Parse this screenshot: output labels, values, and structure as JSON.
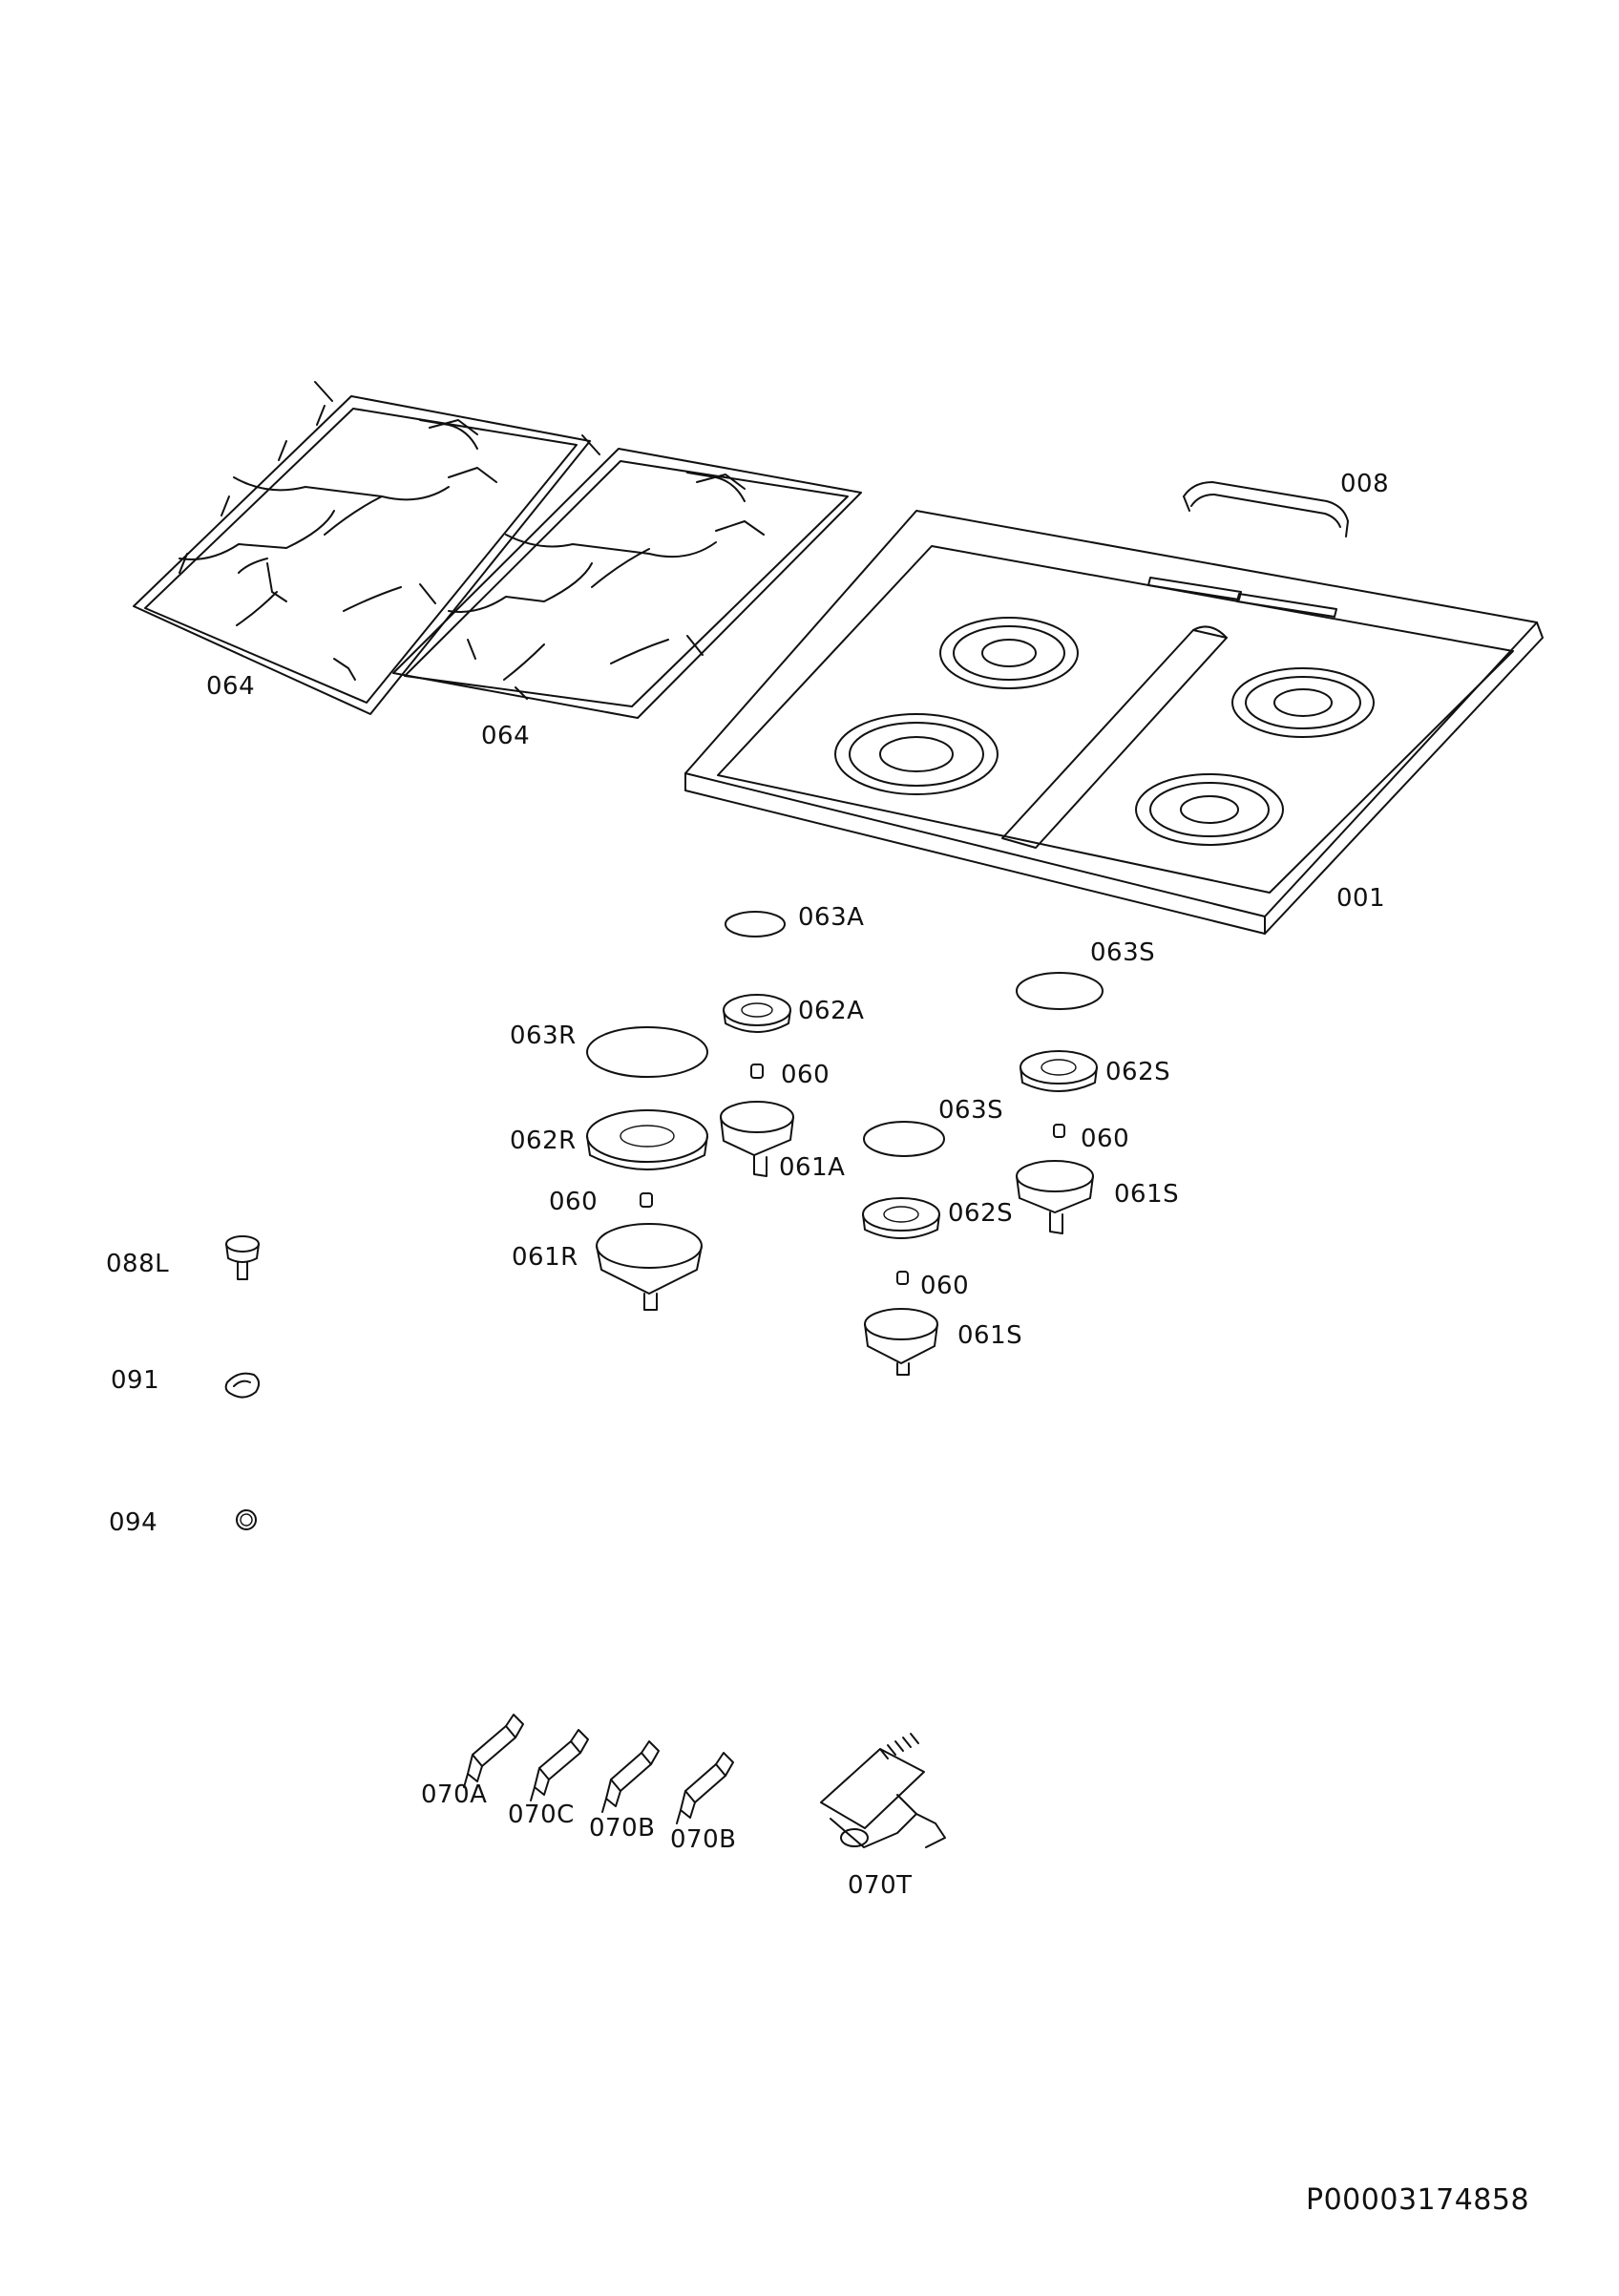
{
  "part_labels": {
    "p001": "001",
    "p008": "008",
    "p064a": "064",
    "p064b": "064",
    "p063a": "063A",
    "p063s_top": "063S",
    "p062a": "062A",
    "p063r": "063R",
    "p060_a": "060",
    "p062s_top": "062S",
    "p062r": "062R",
    "p063s_mid": "063S",
    "p060_s_top": "060",
    "p061a": "061A",
    "p060_r": "060",
    "p062s_mid": "062S",
    "p061s_top": "061S",
    "p088l": "088L",
    "p061r": "061R",
    "p060_s_mid": "060",
    "p061s_mid": "061S",
    "p091": "091",
    "p094": "094",
    "p070a": "070A",
    "p070c": "070C",
    "p070b_1": "070B",
    "p070b_2": "070B",
    "p070t": "070T"
  },
  "document_id": "P00003174858"
}
